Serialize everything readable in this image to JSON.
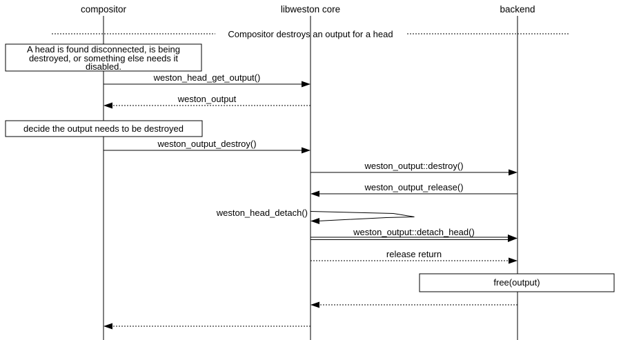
{
  "colors": {
    "stroke": "#000000",
    "background": "#ffffff"
  },
  "actors": [
    {
      "label": "compositor"
    },
    {
      "label": "libweston core"
    },
    {
      "label": "backend"
    }
  ],
  "divider": {
    "label": "Compositor destroys an output for a head"
  },
  "notes": [
    {
      "lines": [
        "A head is found disconnected, is being",
        "destroyed, or something else needs it",
        "disabled."
      ]
    },
    {
      "lines": [
        "decide the output needs to be destroyed"
      ]
    }
  ],
  "messages": [
    {
      "label": "weston_head_get_output()",
      "from": "compositor",
      "to": "libweston core",
      "line": "solid"
    },
    {
      "label": "weston_output",
      "from": "libweston core",
      "to": "compositor",
      "line": "dotted"
    },
    {
      "label": "weston_output_destroy()",
      "from": "compositor",
      "to": "libweston core",
      "line": "solid"
    },
    {
      "label": "weston_output::destroy()",
      "from": "libweston core",
      "to": "backend",
      "line": "solid"
    },
    {
      "label": "weston_output_release()",
      "from": "backend",
      "to": "libweston core",
      "line": "solid"
    },
    {
      "label": "weston_head_detach()",
      "from": "libweston core",
      "to": "libweston core",
      "line": "solid",
      "kind": "self"
    },
    {
      "label": "weston_output::detach_head()",
      "from": "libweston core",
      "to": "backend",
      "line": "double"
    },
    {
      "label": "release return",
      "from": "libweston core",
      "to": "backend",
      "line": "dotted"
    },
    {
      "label": "free(output)",
      "on": "backend",
      "kind": "action-box"
    },
    {
      "label": "",
      "from": "backend",
      "to": "libweston core",
      "line": "dotted"
    },
    {
      "label": "",
      "from": "libweston core",
      "to": "compositor",
      "line": "dotted"
    }
  ]
}
